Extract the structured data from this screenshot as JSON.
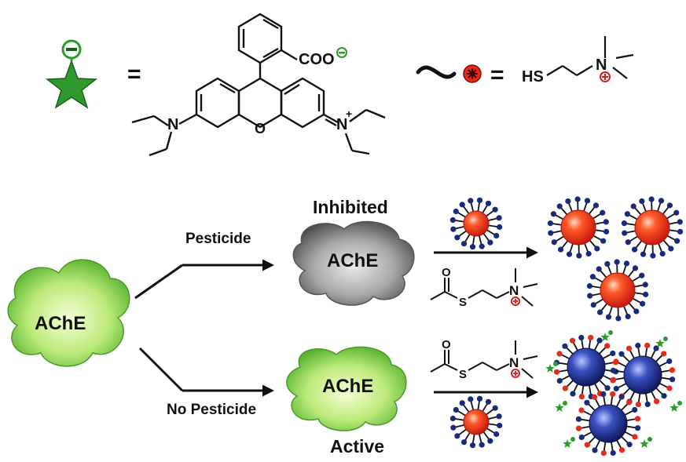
{
  "legend": {
    "equals_top_left": "=",
    "equals_top_right": "=",
    "fluorescein_coo": "COO",
    "fluorescein_n_left": "N",
    "fluorescein_n_right": "N",
    "fluorescein_o": "O",
    "fluorescein_plus": "+",
    "thiol_hs": "HS",
    "thiol_n": "N"
  },
  "enzymes": {
    "source": "AChE",
    "inhibited_title": "Inhibited",
    "inhibited_label": "AChE",
    "active_label": "AChE",
    "active_title": "Active"
  },
  "arrows": {
    "pesticide": "Pesticide",
    "no_pesticide": "No Pesticide"
  },
  "substrate": {
    "s_top": "S",
    "o_top": "O",
    "n_top": "N",
    "s_bottom": "S",
    "o_bottom": "O",
    "n_bottom": "N"
  },
  "colors": {
    "green_dark": "#2e8b2e",
    "green_light": "#b8e986",
    "gray_cloud": "#666666",
    "np_red": "#e8281a",
    "np_blue": "#1f2f8f",
    "ligand_blue": "#1a2a7a",
    "charge_red": "#d91b1b"
  }
}
